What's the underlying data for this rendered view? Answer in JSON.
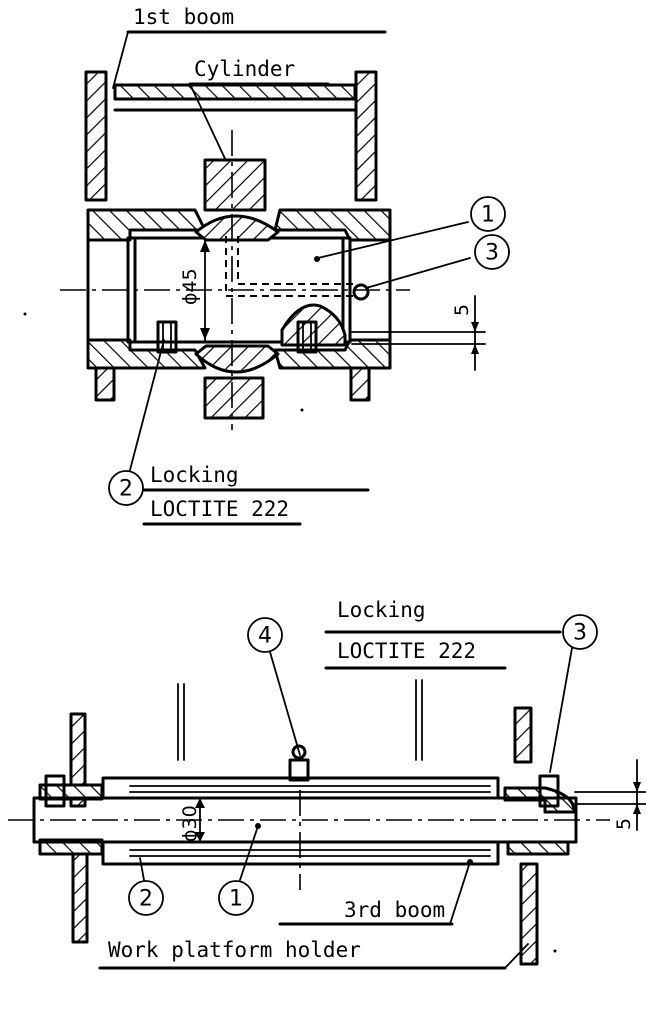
{
  "top_view": {
    "label_boom": "1st boom",
    "label_cylinder": "Cylinder",
    "label_locking": "Locking",
    "label_loctite": "LOCTITE 222",
    "dim_diameter": "ϕ45",
    "dim_offset": "5",
    "callouts": [
      "1",
      "2",
      "3"
    ]
  },
  "bottom_view": {
    "label_locking": "Locking",
    "label_loctite": "LOCTITE 222",
    "label_boom": "3rd boom",
    "label_holder": "Work platform holder",
    "dim_diameter": "ϕ30",
    "dim_offset": "5",
    "callouts": [
      "1",
      "2",
      "3",
      "4"
    ]
  }
}
